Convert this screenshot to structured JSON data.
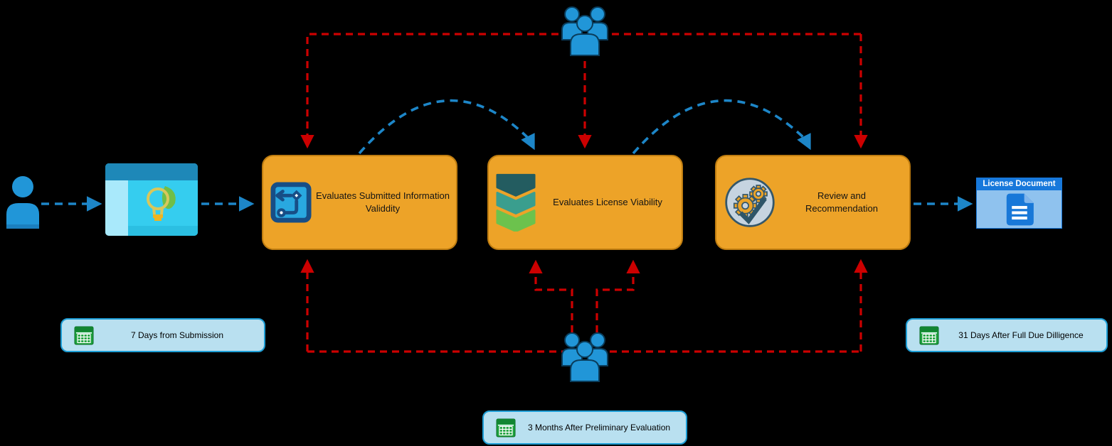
{
  "diagram": {
    "applicant": {
      "icon": "person-icon"
    },
    "portal": {
      "icon": "app-window-lightbulb-icon"
    },
    "steps": [
      {
        "label": "Evaluates Submitted Information Validdity",
        "icon": "decision-path-icon"
      },
      {
        "label": "Evaluates License Viability",
        "icon": "layers-chevron-icon"
      },
      {
        "label": "Review and Recommendation",
        "icon": "gears-check-icon"
      }
    ],
    "output": {
      "title": "License Document",
      "icon": "document-icon"
    },
    "committees": {
      "top_icon": "people-group-icon",
      "bottom_icon": "people-group-icon"
    },
    "callouts": [
      {
        "label": "7 Days from Submission",
        "icon": "calendar-icon"
      },
      {
        "label": "31 Days After Full Due Dilligence",
        "icon": "calendar-icon"
      },
      {
        "label": "3 Months After Preliminary Evaluation",
        "icon": "calendar-icon"
      }
    ],
    "colors": {
      "background": "#000000",
      "process_fill": "#EDA328",
      "process_border": "#BE7C10",
      "red_connector": "#CC0000",
      "blue_connector": "#1D86C8",
      "callout_fill": "#B9E0F0",
      "callout_border": "#1E9ED6",
      "people_blue": "#2196D8",
      "calendar_green": "#1DA23D",
      "license_header": "#1778DB",
      "license_body": "#8FC2EE"
    }
  }
}
